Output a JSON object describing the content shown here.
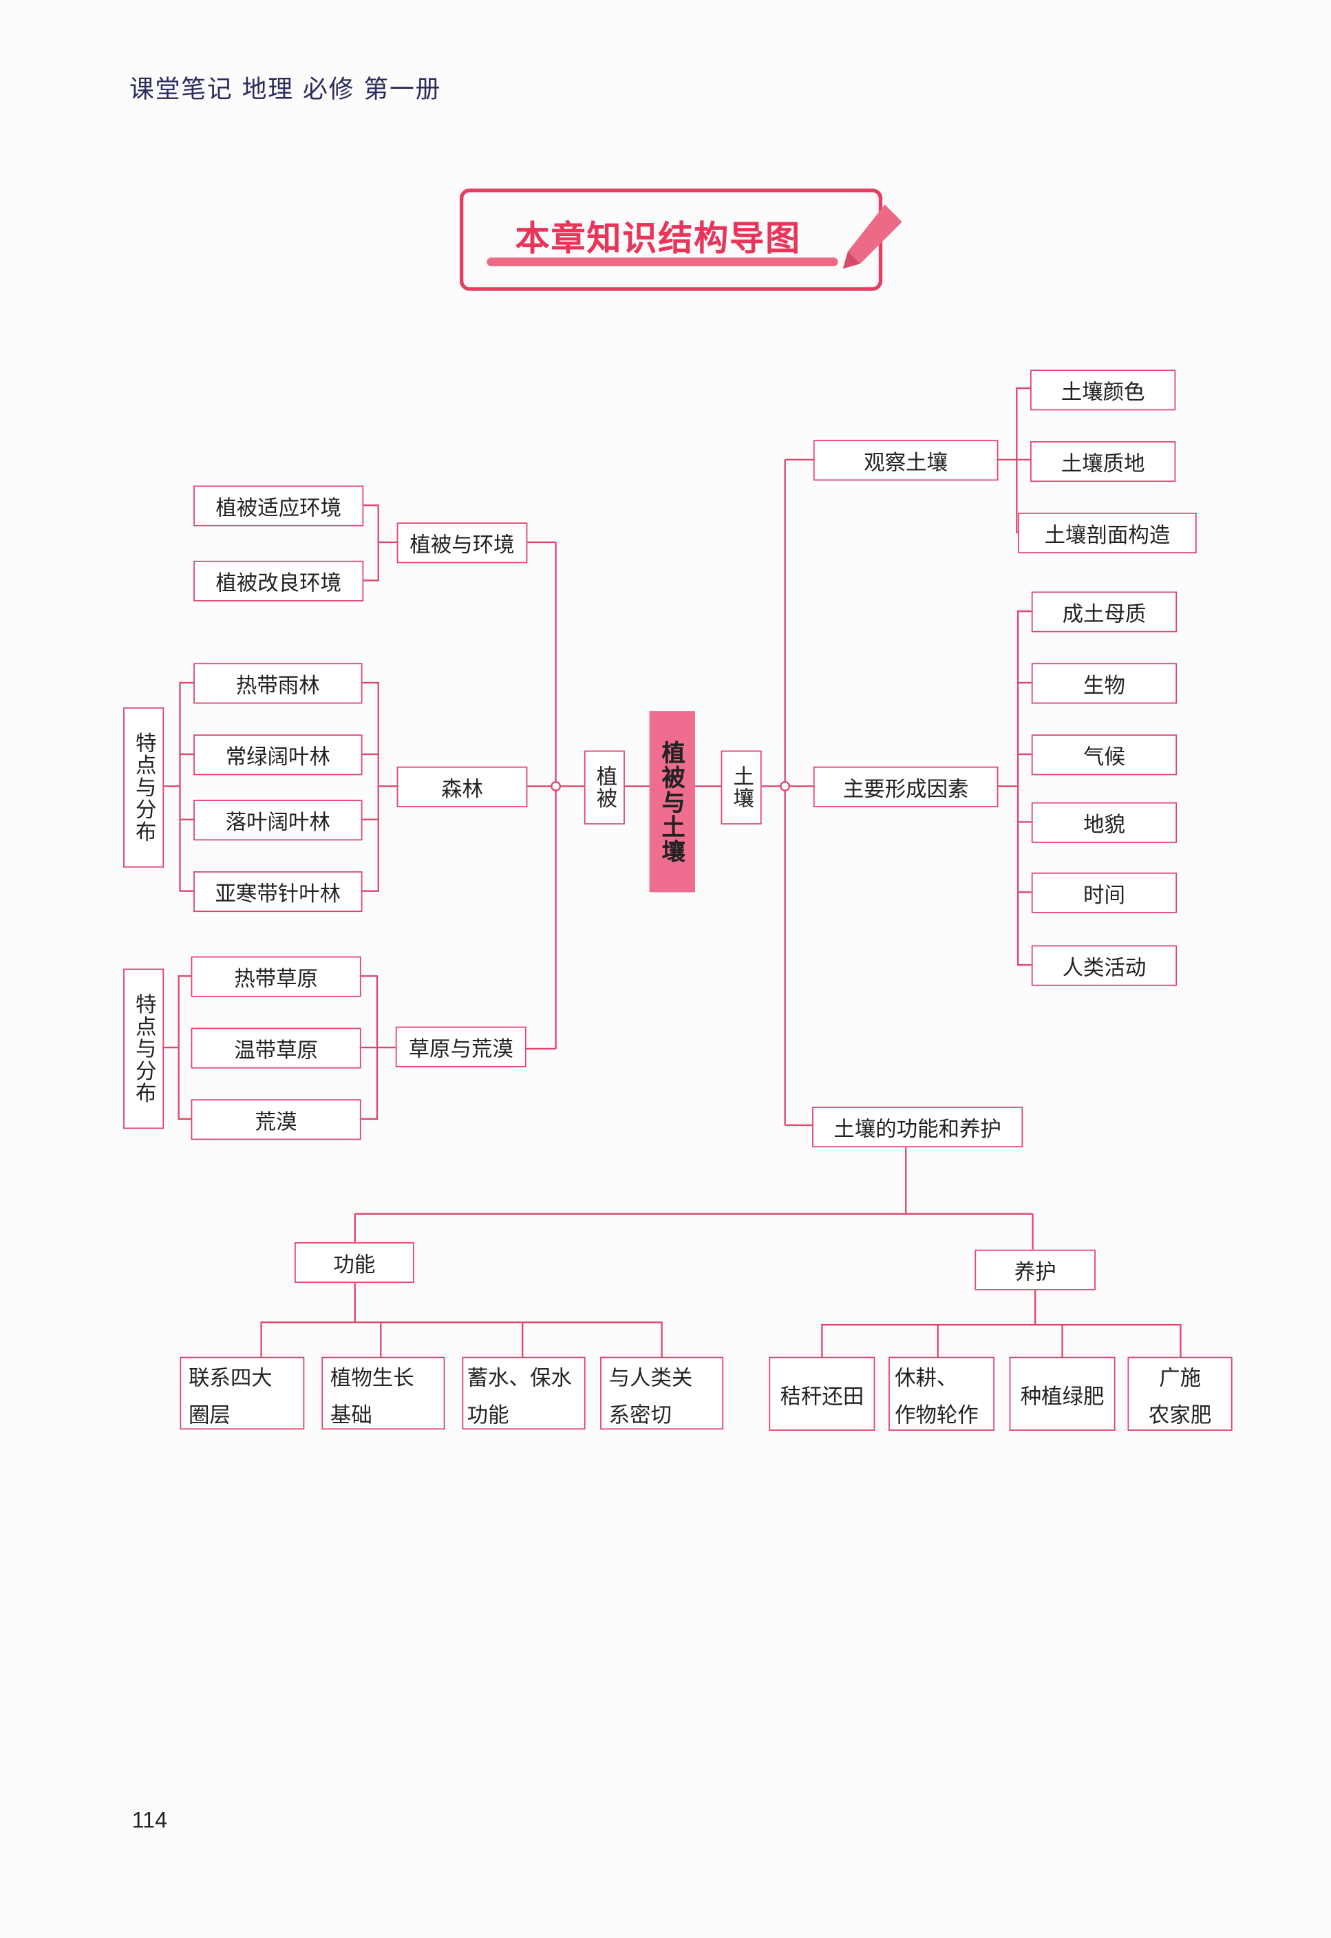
{
  "header": {
    "book_title": "课堂笔记 地理 必修 第一册"
  },
  "title": "本章知识结构导图",
  "page_number": "114",
  "colors": {
    "accent": "#e0456d",
    "center_fill": "#ef6e8f"
  },
  "center": {
    "label": "植被与土壤",
    "left": "植被",
    "right": "土壤"
  },
  "vegetation": {
    "env": {
      "label": "植被与环境",
      "items": [
        "植被适应环境",
        "植被改良环境"
      ]
    },
    "forest": {
      "label": "森林",
      "side": "特点与分布",
      "items": [
        "热带雨林",
        "常绿阔叶林",
        "落叶阔叶林",
        "亚寒带针叶林"
      ]
    },
    "grass": {
      "label": "草原与荒漠",
      "side": "特点与分布",
      "items": [
        "热带草原",
        "温带草原",
        "荒漠"
      ]
    }
  },
  "soil": {
    "observe": {
      "label": "观察土壤",
      "items": [
        "土壤颜色",
        "土壤质地",
        "土壤剖面构造"
      ]
    },
    "factors": {
      "label": "主要形成因素",
      "items": [
        "成土母质",
        "生物",
        "气候",
        "地貌",
        "时间",
        "人类活动"
      ]
    },
    "function_care": {
      "label": "土壤的功能和养护",
      "function": {
        "label": "功能",
        "items": [
          "联系四大\n圈层",
          "植物生长\n基础",
          "蓄水、保水\n功能",
          "与人类关\n系密切"
        ]
      },
      "care": {
        "label": "养护",
        "items": [
          "秸秆还田",
          "休耕、\n作物轮作",
          "种植绿肥",
          "广施\n农家肥"
        ]
      }
    }
  }
}
